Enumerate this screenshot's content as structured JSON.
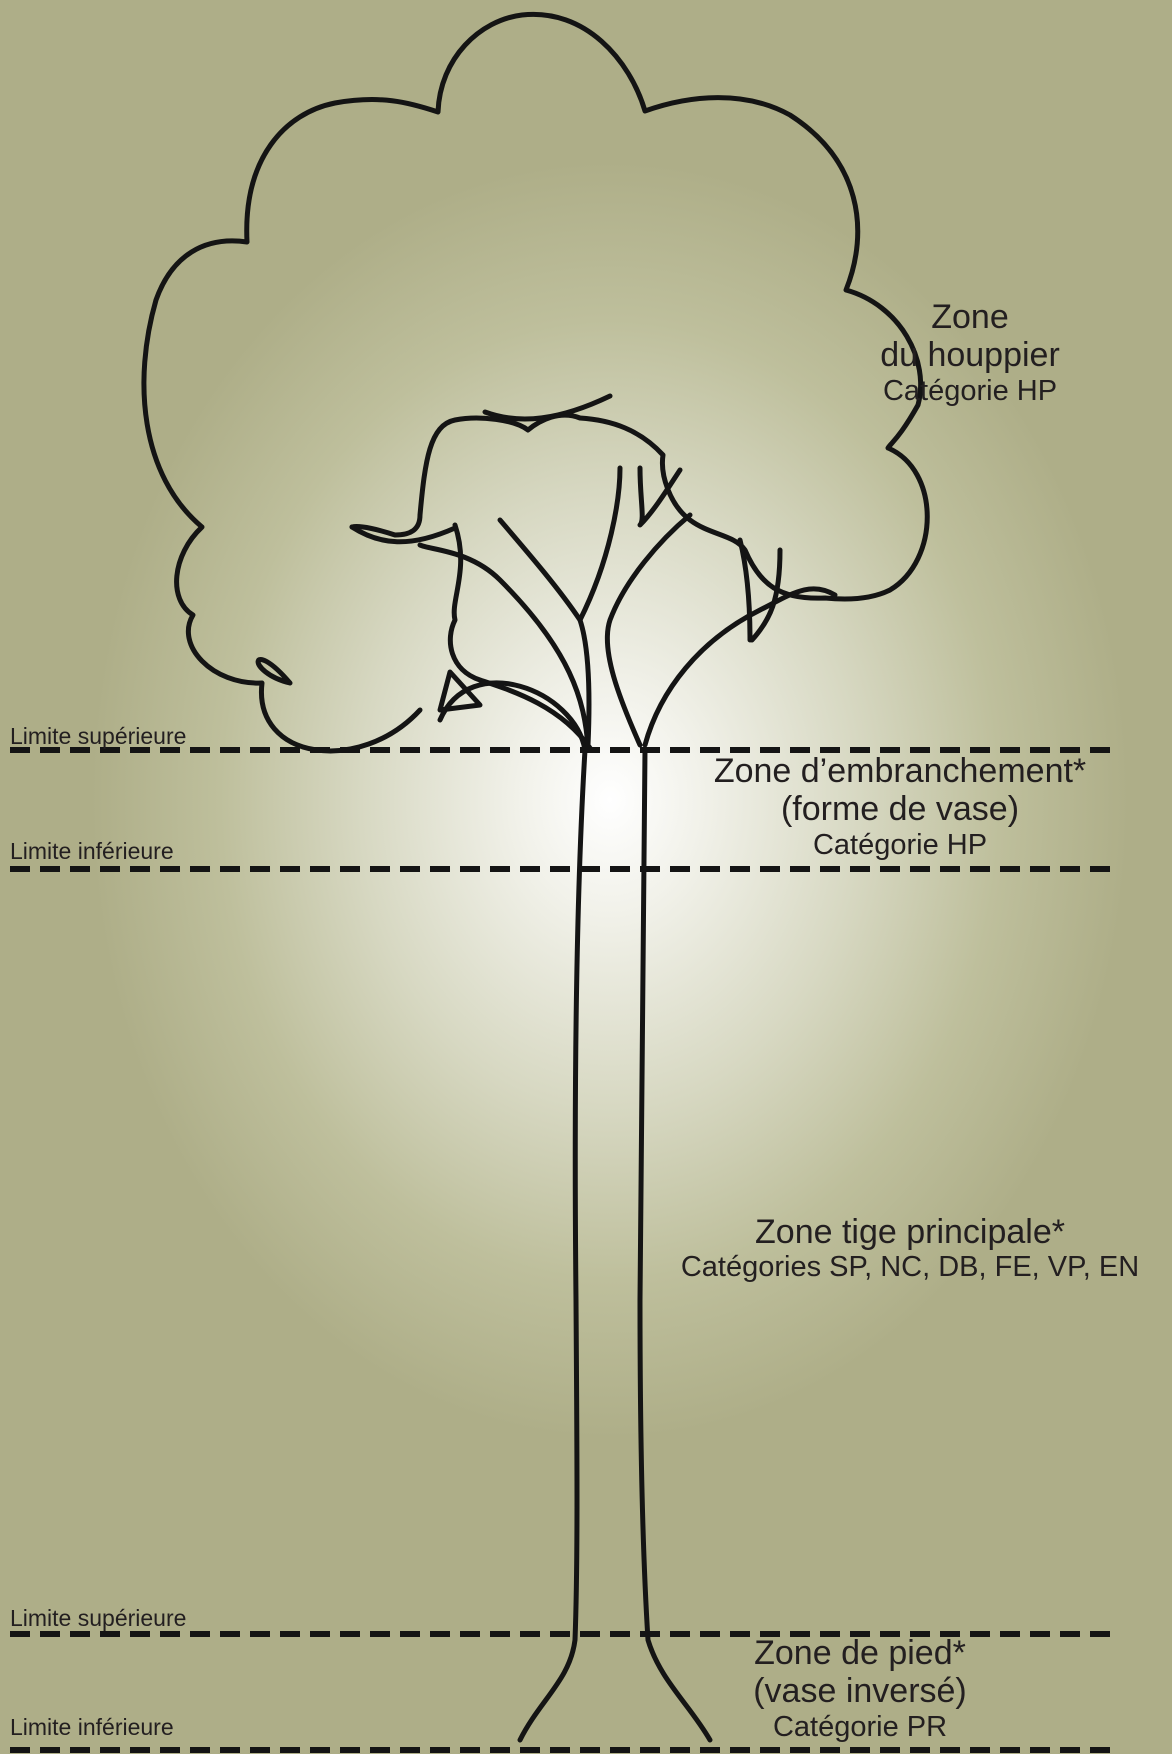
{
  "zones": {
    "houppier": {
      "line1": "Zone",
      "line2": "du houppier",
      "category": "Catégorie HP"
    },
    "embranchement": {
      "line1": "Zone d’embranchement*",
      "line2": "(forme de vase)",
      "category": "Catégorie HP"
    },
    "tige": {
      "line1": "Zone tige principale*",
      "category": "Catégories SP, NC, DB, FE, VP, EN"
    },
    "pied": {
      "line1": "Zone de pied*",
      "line2": "(vase inversé)",
      "category": "Catégorie PR"
    }
  },
  "limits": {
    "embranchement_upper": "Limite supérieure",
    "embranchement_lower": "Limite inférieure",
    "pied_upper": "Limite supérieure",
    "pied_lower": "Limite inférieure"
  },
  "colors": {
    "outline": "#141414",
    "text": "#231f20",
    "background_center": "#ffffff",
    "background_edge": "#aeae88"
  }
}
